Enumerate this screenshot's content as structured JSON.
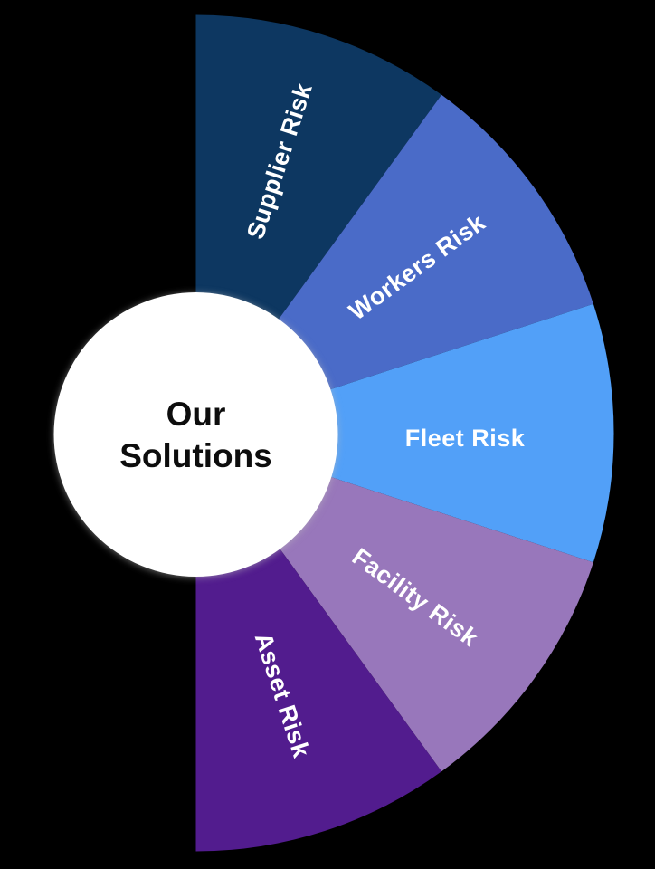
{
  "diagram": {
    "type": "semicircle-fan",
    "background_color": "#000000",
    "center": {
      "line1": "Our",
      "line2": "Solutions",
      "circle_color": "#FFFFFF",
      "text_color": "#0D0D0D"
    },
    "label_text_color": "#FFFFFF",
    "segments": [
      {
        "label": "Supplier Risk",
        "color": "#0D3761"
      },
      {
        "label": "Workers Risk",
        "color": "#4A6BC8"
      },
      {
        "label": "Fleet Risk",
        "color": "#52A0F8"
      },
      {
        "label": "Facility Risk",
        "color": "#9877BB"
      },
      {
        "label": "Asset Risk",
        "color": "#521C8E"
      }
    ]
  }
}
